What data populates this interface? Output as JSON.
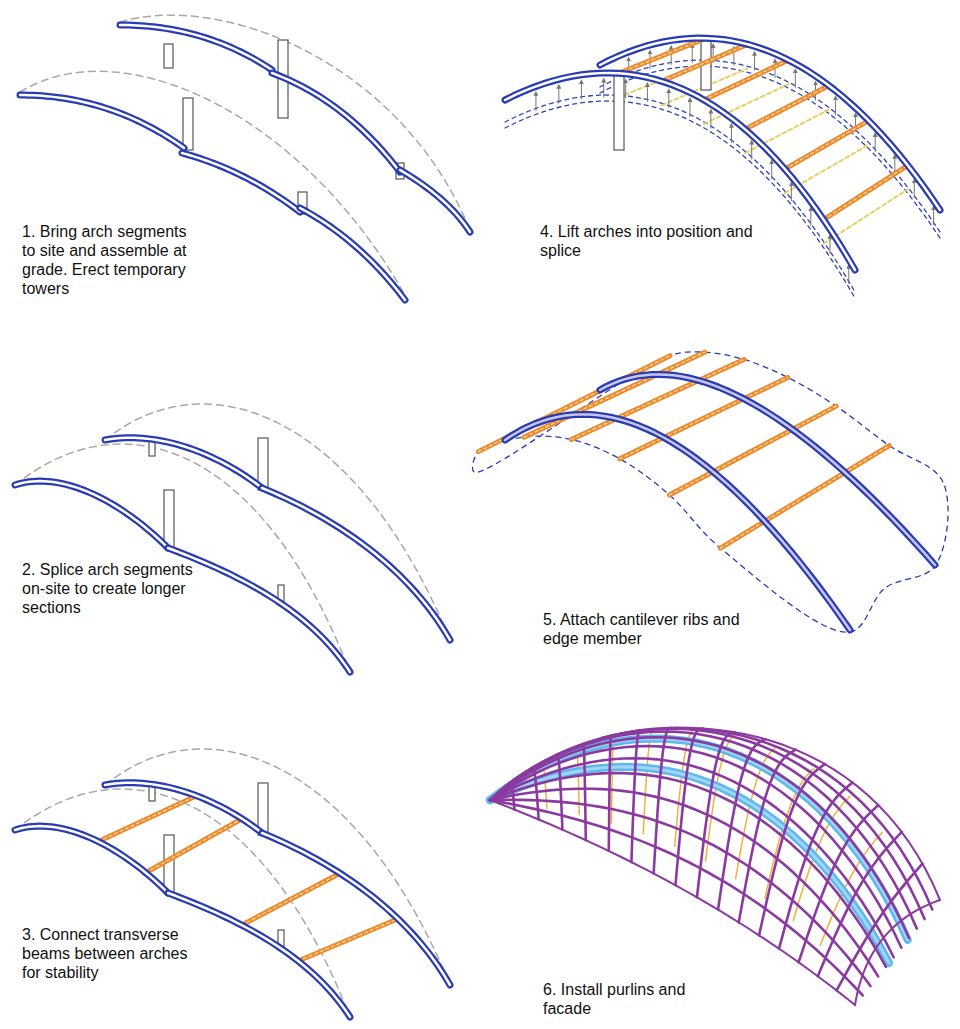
{
  "diagram": {
    "labels": [
      "1. Bring arch segments to site and assemble at grade. Erect temporary towers",
      "2. Splice arch segments on-site to create longer sections",
      "3. Connect transverse beams between arches for stability",
      "4. Lift arches into position and splice",
      "5. Attach cantilever ribs and edge member",
      "6. Install purlins and facade"
    ]
  }
}
